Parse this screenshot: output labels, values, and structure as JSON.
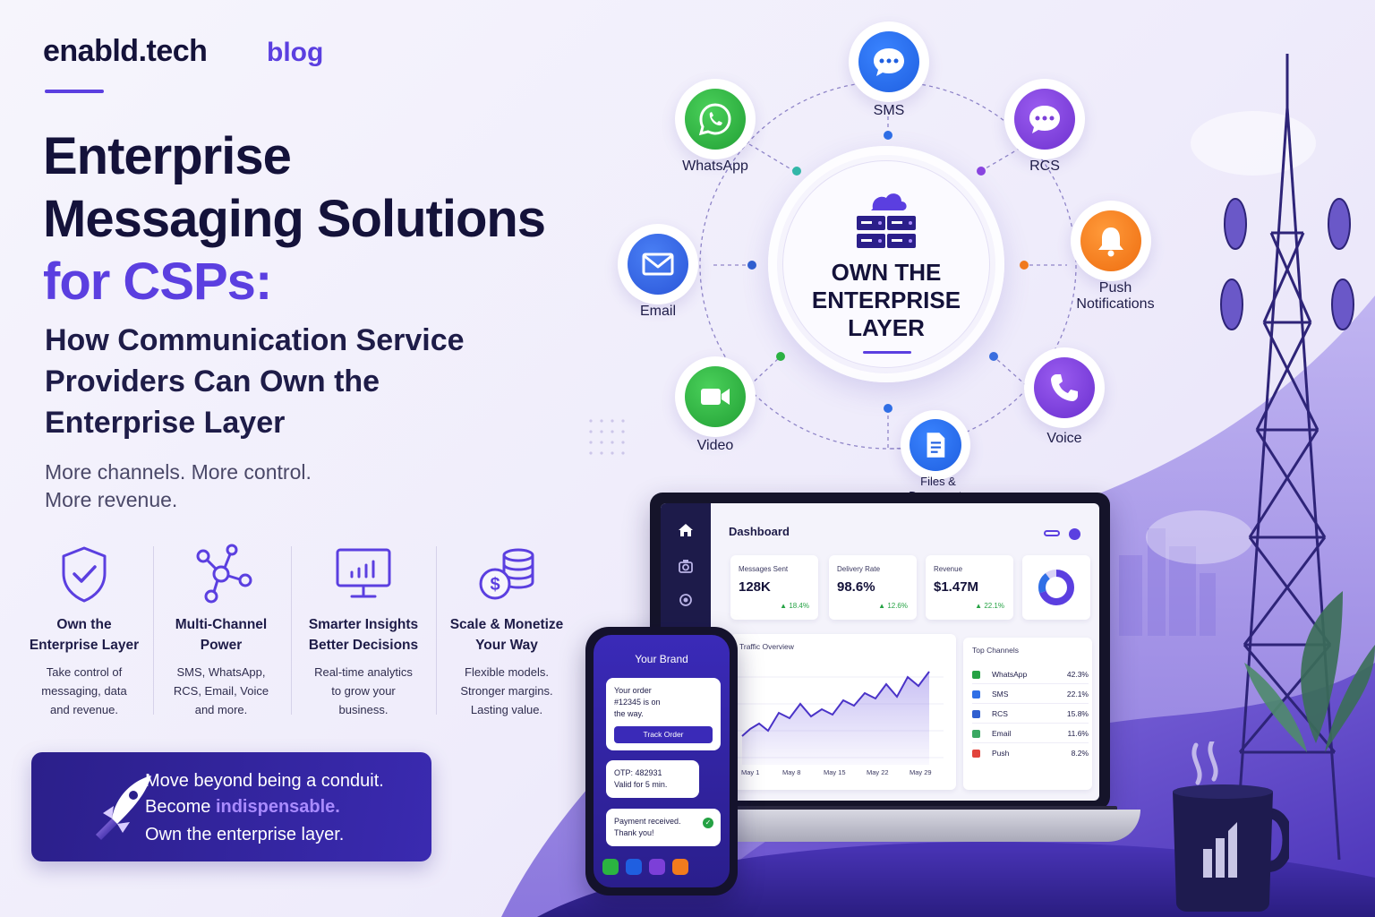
{
  "header": {
    "brand": "enabld.tech",
    "section": "blog"
  },
  "hero": {
    "title_line_1": "Enterprise",
    "title_line_2": "Messaging Solutions",
    "title_line_3": "for CSPs:",
    "subtitle_lines": [
      "How Communication Service",
      "Providers Can Own the",
      "Enterprise Layer"
    ],
    "tagline_lines": [
      "More channels. More control.",
      "More revenue."
    ]
  },
  "features": [
    {
      "icon": "shield-check-icon",
      "heading": [
        "Own the",
        "Enterprise Layer"
      ],
      "body": [
        "Take control of",
        "messaging, data",
        "and revenue."
      ]
    },
    {
      "icon": "network-nodes-icon",
      "heading": [
        "Multi-Channel",
        "Power"
      ],
      "body": [
        "SMS, WhatsApp,",
        "RCS, Email, Voice",
        "and more."
      ]
    },
    {
      "icon": "analytics-monitor-icon",
      "heading": [
        "Smarter Insights",
        "Better Decisions"
      ],
      "body": [
        "Real-time analytics",
        "to grow your",
        "business."
      ]
    },
    {
      "icon": "coins-dollar-icon",
      "heading": [
        "Scale & Monetize",
        "Your Way"
      ],
      "body": [
        "Flexible models.",
        "Stronger margins.",
        "Lasting value."
      ]
    }
  ],
  "callout": {
    "line_1": "Move beyond being a conduit.",
    "line_2_prefix": "Become ",
    "line_2_highlight": "indispensable.",
    "line_3": "Own the enterprise layer."
  },
  "hub": {
    "lines": [
      "OWN THE",
      "ENTERPRISE",
      "LAYER"
    ]
  },
  "channels": {
    "sms": "SMS",
    "whatsapp": "WhatsApp",
    "rcs": "RCS",
    "email": "Email",
    "push": [
      "Push",
      "Notifications"
    ],
    "video": "Video",
    "voice": "Voice",
    "files": [
      "Files &",
      "Documents"
    ]
  },
  "dashboard": {
    "title": "Dashboard",
    "stats": [
      {
        "label": "Messages Sent",
        "value": "128K",
        "change": "▲ 18.4%"
      },
      {
        "label": "Delivery Rate",
        "value": "98.6%",
        "change": "▲ 12.6%"
      },
      {
        "label": "Revenue",
        "value": "$1.47M",
        "change": "▲ 22.1%"
      }
    ],
    "traffic_title": "Traffic Overview",
    "traffic_ticks": [
      "May 1",
      "May 8",
      "May 15",
      "May 22",
      "May 29"
    ],
    "top_channels_title": "Top Channels",
    "top_channels": [
      {
        "name": "WhatsApp",
        "share": "42.3%",
        "color": "#25a244"
      },
      {
        "name": "SMS",
        "share": "22.1%",
        "color": "#2f6fe6"
      },
      {
        "name": "RCS",
        "share": "15.8%",
        "color": "#2f5fd0"
      },
      {
        "name": "Email",
        "share": "11.6%",
        "color": "#3aa862"
      },
      {
        "name": "Push",
        "share": "8.2%",
        "color": "#e2433c"
      }
    ]
  },
  "phone": {
    "brand": "Your Brand",
    "order_msg": [
      "Your order",
      "#12345 is on",
      "the way."
    ],
    "track_button": "Track Order",
    "otp_msg": [
      "OTP: 482931",
      "Valid for 5 min."
    ],
    "payment_msg": [
      "Payment received.",
      "Thank you!"
    ]
  },
  "colors": {
    "accent": "#5b3fe0",
    "navy": "#14123a",
    "whatsapp": "#2bb441",
    "sms": "#1f5fe0",
    "rcs": "#7c3fd8",
    "push": "#f27b1d",
    "voice": "#7b3fe0",
    "video": "#2bb441"
  }
}
